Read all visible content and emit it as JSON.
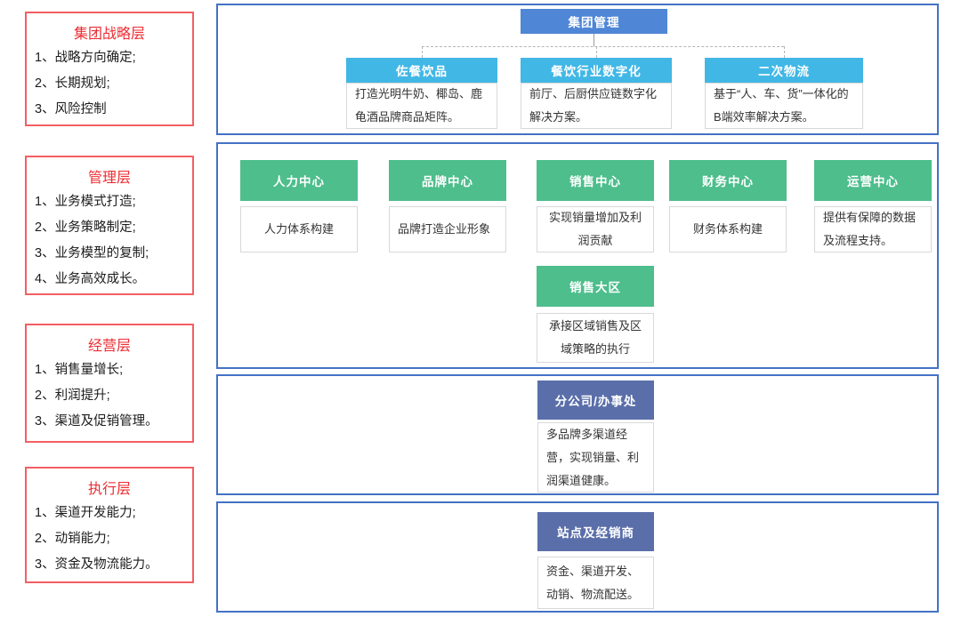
{
  "colors": {
    "root_header": "#4f86d6",
    "bu_header": "#41b7e5",
    "center_header": "#4dbe8c",
    "branch_header": "#5a6ea9",
    "container_border": "#4472c4",
    "panel_border": "#f25f63",
    "panel_title": "#ec2d33",
    "desc_border": "#d9d9d9",
    "connector": "#b5b5b5"
  },
  "left_panels": [
    {
      "title": "集团战略层",
      "items": [
        "1、战略方向确定;",
        "2、长期规划;",
        "3、风险控制"
      ]
    },
    {
      "title": "管理层",
      "items": [
        "1、业务模式打造;",
        "2、业务策略制定;",
        "3、业务模型的复制;",
        "4、业务高效成长。"
      ]
    },
    {
      "title": "经营层",
      "items": [
        "1、销售量增长;",
        "2、利润提升;",
        "3、渠道及促销管理。"
      ]
    },
    {
      "title": "执行层",
      "items": [
        "1、渠道开发能力;",
        "2、动销能力;",
        "3、资金及物流能力。"
      ]
    }
  ],
  "org": {
    "root": {
      "label": "集团管理"
    },
    "business_units": [
      {
        "label": "佐餐饮品",
        "desc": "打造光明牛奶、椰岛、鹿龟酒品牌商品矩阵。"
      },
      {
        "label": "餐饮行业数字化",
        "desc": "前厅、后厨供应链数字化解决方案。"
      },
      {
        "label": "二次物流",
        "desc": "基于“人、车、货”一体化的B端效率解决方案。"
      }
    ],
    "centers": [
      {
        "label": "人力中心",
        "desc": "人力体系构建"
      },
      {
        "label": "品牌中心",
        "desc": "品牌打造企业形象"
      },
      {
        "label": "销售中心",
        "desc": "实现销量增加及利润贡献"
      },
      {
        "label": "财务中心",
        "desc": "财务体系构建"
      },
      {
        "label": "运营中心",
        "desc": "提供有保障的数据及流程支持。"
      }
    ],
    "sales_region": {
      "label": "销售大区",
      "desc": "承接区域销售及区域策略的执行"
    },
    "branch": {
      "label": "分公司/办事处",
      "desc": "多品牌多渠道经营，实现销量、利润渠道健康。"
    },
    "dealer": {
      "label": "站点及经销商",
      "desc": "资金、渠道开发、动销、物流配送。"
    }
  }
}
